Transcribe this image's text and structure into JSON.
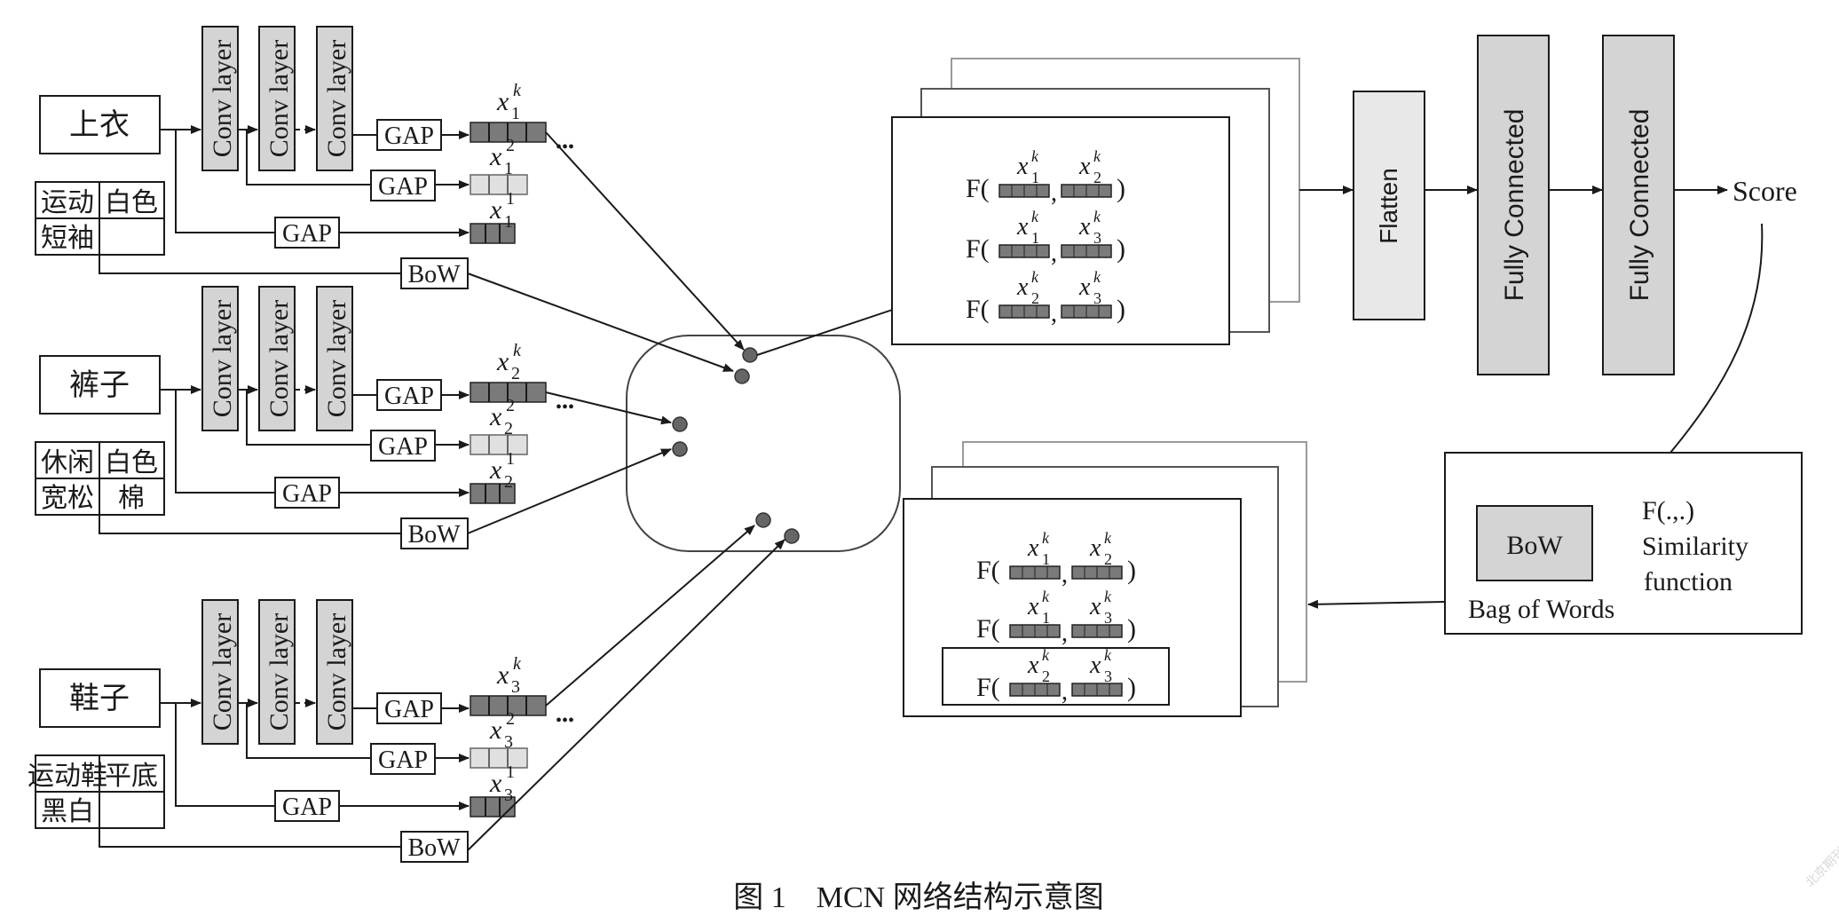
{
  "caption": "图 1　MCN 网络结构示意图",
  "watermark": "北京期刊网",
  "labels": {
    "conv": "Conv layer",
    "gap": "GAP",
    "bow": "BoW",
    "flatten": "Flatten",
    "fc": "Fully Connected",
    "score": "Score",
    "bag_of_words": "Bag of Words",
    "sim_f": "F(.,.)",
    "sim_line1": "Similarity",
    "sim_line2": "function",
    "bow_box": "BoW",
    "ellipsis": "•••",
    "F_open": "F(",
    "F_close": ")",
    "comma": ","
  },
  "items": [
    {
      "name": "上衣",
      "attrs": [
        "运动",
        "白色",
        "短袖",
        ""
      ],
      "idx": "1"
    },
    {
      "name": "裤子",
      "attrs": [
        "休闲",
        "白色",
        "宽松",
        "棉"
      ],
      "idx": "2"
    },
    {
      "name": "鞋子",
      "attrs": [
        "运动鞋",
        "平底",
        "黑白",
        ""
      ],
      "idx": "3"
    }
  ],
  "feature_sup": [
    "k",
    "2",
    "1"
  ],
  "pairs": [
    {
      "a": "1",
      "b": "2"
    },
    {
      "a": "1",
      "b": "3"
    },
    {
      "a": "2",
      "b": "3"
    }
  ]
}
